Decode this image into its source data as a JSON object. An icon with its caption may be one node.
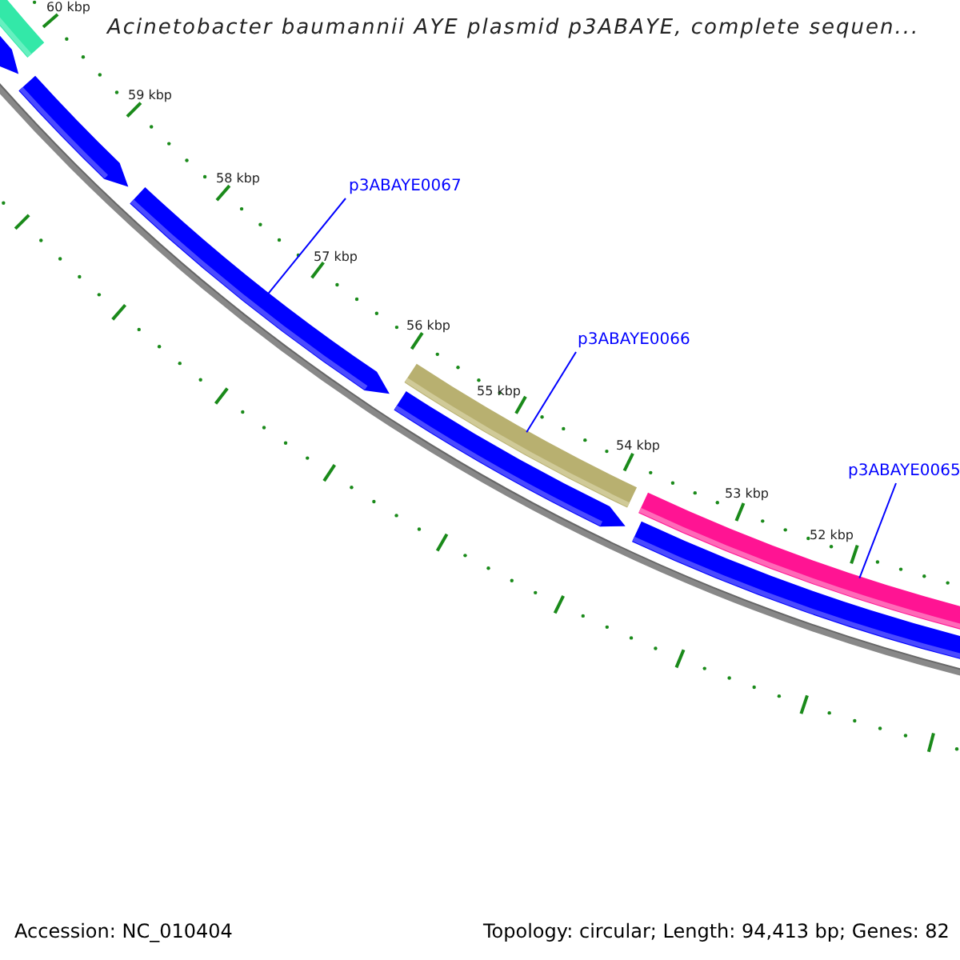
{
  "diagram": {
    "title": "Acinetobacter baumannii AYE plasmid p3ABAYE, complete sequen...",
    "nodes": [
      {
        "text": [
          "p3ABAYE0067"
        ]
      },
      {
        "text": [
          "p3ABAYE0066"
        ]
      },
      {
        "text": [
          "p3ABAYE0065"
        ]
      },
      {
        "text": [],
        "shape": "arrow"
      },
      {
        "text": [],
        "shape": "bar"
      },
      {
        "text": [],
        "shape": "bar"
      }
    ],
    "edges": [
      {
        "from": 0,
        "to": 3,
        "arrow": "none"
      },
      {
        "from": 1,
        "to": 4,
        "arrow": "none"
      },
      {
        "from": 2,
        "to": 5,
        "arrow": "none"
      }
    ],
    "labels": [
      "60 kbp",
      "59 kbp",
      "58 kbp",
      "57 kbp",
      "56 kbp",
      "55 kbp",
      "54 kbp",
      "53 kbp",
      "52 kbp",
      "Accession: NC_010404",
      "Topology: circular; Length: 94,413 bp; Genes: 82"
    ]
  }
}
